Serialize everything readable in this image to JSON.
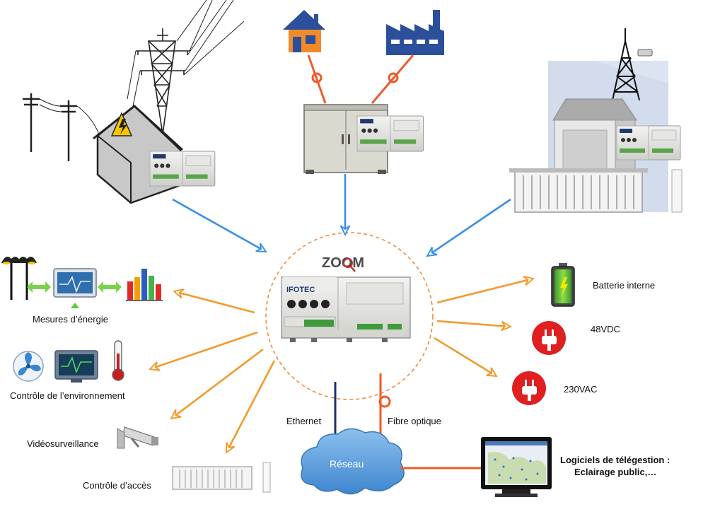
{
  "labels": {
    "energy": "Mesures d’énergie",
    "environment": "Contrôle de l’environnement",
    "video": "Vidéosurveillance",
    "access": "Contrôle d’accès",
    "battery": "Batterie interne",
    "dc48": "48VDC",
    "ac230": "230VAC",
    "ethernet": "Ethernet",
    "fiber": "Fibre optique",
    "network": "Réseau",
    "software_line1": "Logiciels de télégestion :",
    "software_line2": "Eclairage public,…"
  },
  "device": {
    "brand": "IFOTEC",
    "product_logo": "ZOOM"
  },
  "colors": {
    "blue_arrow": "#3a8fe6",
    "orange_arrow": "#f39a2c",
    "fiber_red": "#f05a2a",
    "ethernet_navy": "#1e2f6b",
    "cloud_blue": "#5b9bd8",
    "dashed_circle": "#f08a3c",
    "plug_red": "#e02020"
  },
  "icons": [
    "pylon-icon",
    "substation-house-icon",
    "house-icon",
    "factory-icon",
    "cabinet-icon",
    "antenna-tower-icon",
    "gate-icon",
    "streetlight-icon",
    "monitor-icon",
    "bar-chart-icon",
    "fan-icon",
    "thermometer-icon",
    "camera-icon",
    "battery-icon",
    "plug-icon",
    "cloud-icon",
    "screen-map-icon"
  ]
}
